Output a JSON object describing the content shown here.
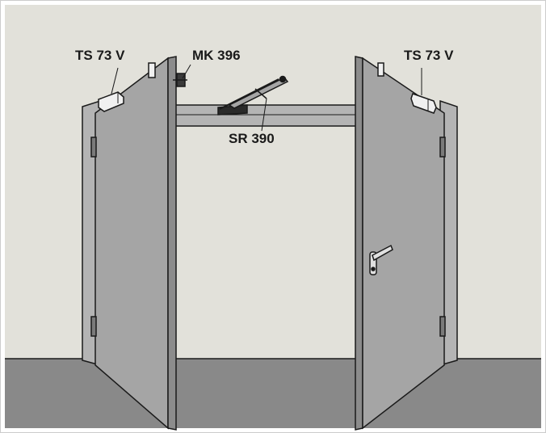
{
  "labels": {
    "closer_left": "TS 73 V",
    "closer_right": "TS 73 V",
    "mechanism": "MK 396",
    "coordinator": "SR 390"
  },
  "colors": {
    "wall": "#e2e1da",
    "floor": "#898989",
    "door_panel": "#a5a5a5",
    "frame": "#b4b4b4",
    "outline": "#1a1a1a",
    "hardware": "#f0f0f0"
  }
}
